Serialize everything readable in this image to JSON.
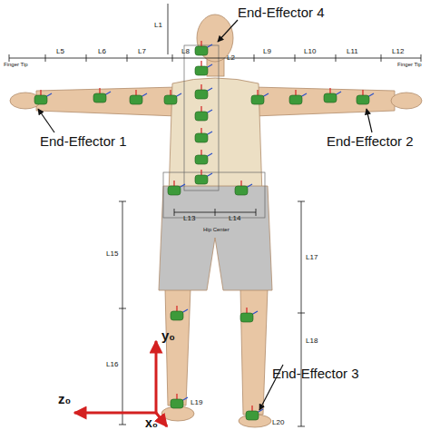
{
  "diagram": {
    "labels": [
      "End-Effector 4",
      "End-Effector 1",
      "End-Effector 2",
      "End-Effector 3",
      "y₀",
      "z₀",
      "x₀",
      "L1",
      "L2",
      "L5",
      "L6",
      "L7",
      "L8",
      "L9",
      "L10",
      "L11",
      "L12",
      "Finger Tip",
      "Finger Tip",
      "L13",
      "L14",
      "Hip Center",
      "L15",
      "L16",
      "L17",
      "L18",
      "L19",
      "L20"
    ]
  }
}
